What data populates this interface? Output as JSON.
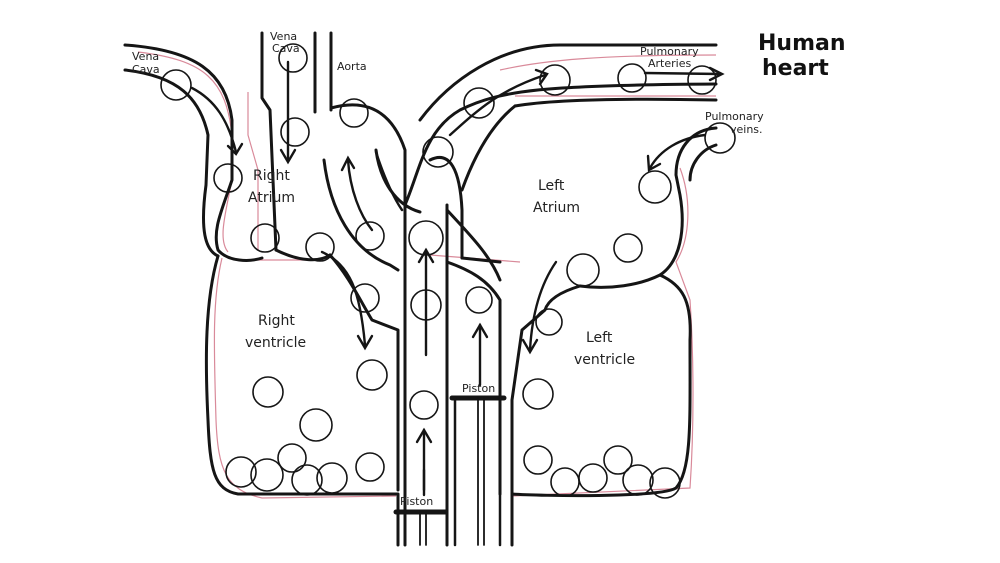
{
  "title": [
    "Human",
    "heart"
  ],
  "labels": {
    "vena_cava_left": [
      "Vena",
      "Cava"
    ],
    "vena_cava_top": [
      "Vena",
      "Cava"
    ],
    "aorta": "Aorta",
    "pulmonary_arteries": [
      "Pulmonary",
      "Arteries"
    ],
    "pulmonary_veins": [
      "Pulmonary",
      "veins."
    ],
    "right_atrium": [
      "Right",
      "Atrium"
    ],
    "left_atrium": [
      "Left",
      "Atrium"
    ],
    "right_ventricle": [
      "Right",
      "ventricle"
    ],
    "left_ventricle": [
      "Left",
      "ventricle"
    ],
    "piston_center": "Piston",
    "piston_right": "Piston"
  },
  "colors": {
    "ink": "#151515",
    "accent": "#d98a9a",
    "background": "#ffffff"
  }
}
